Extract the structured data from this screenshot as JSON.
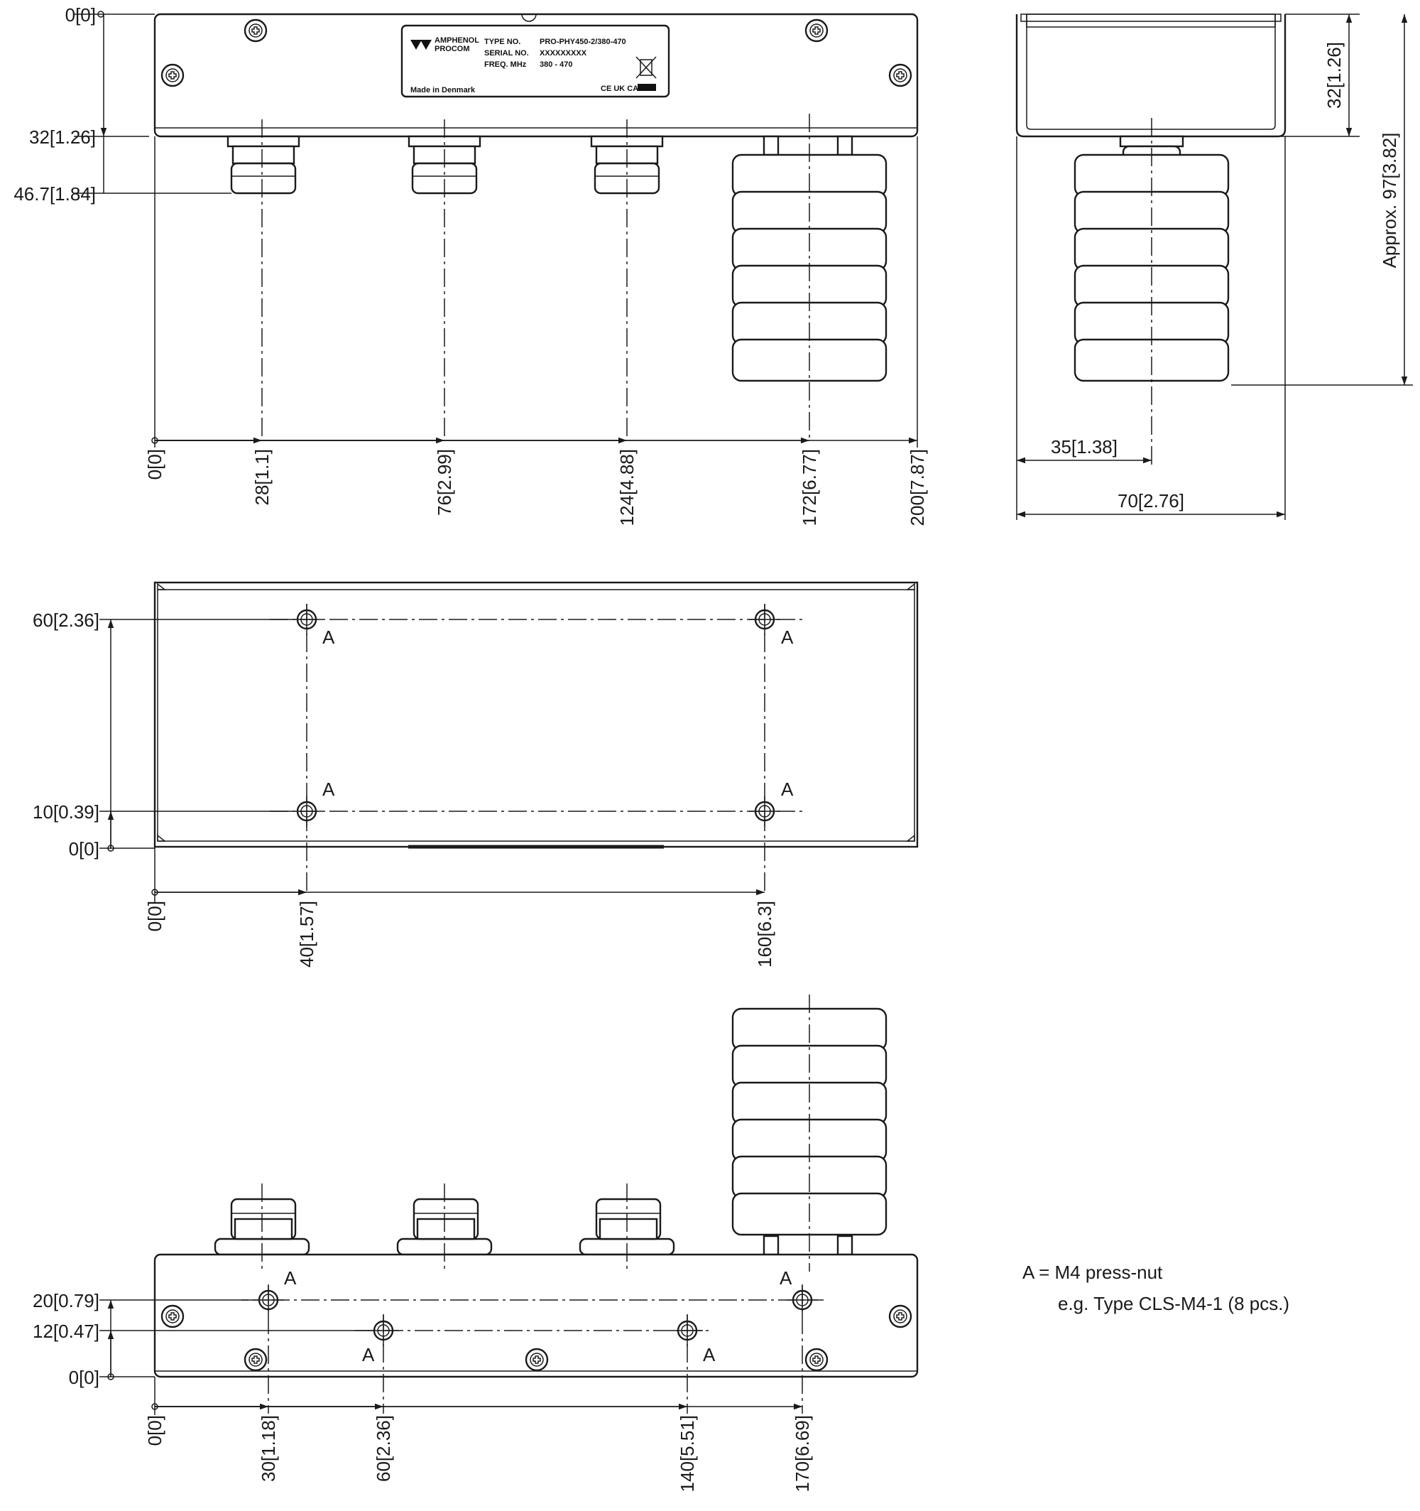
{
  "front_view": {
    "vertical_dims": [
      "0[0]",
      "32[1.26]",
      "46.7[1.84]"
    ],
    "horizontal_dims": [
      "0[0]",
      "28[1.1]",
      "76[2.99]",
      "124[4.88]",
      "172[6.77]",
      "200[7.87]"
    ],
    "label": {
      "brand_line1": "AMPHENOL",
      "brand_line2": "PROCOM",
      "type_key": "TYPE NO.",
      "type_value": "PRO-PHY450-2/380-470",
      "serial_key": "SERIAL NO.",
      "serial_value": "XXXXXXXXX",
      "freq_key": "FREQ. MHz",
      "freq_value": "380 - 470",
      "made_in": "Made in Denmark",
      "marks": "CE UK CA"
    }
  },
  "side_view": {
    "vertical_dims": [
      "32[1.26]",
      "Approx. 97[3.82]"
    ],
    "horizontal_dims": [
      "35[1.38]",
      "70[2.76]"
    ]
  },
  "top_view": {
    "vertical_dims": [
      "60[2.36]",
      "10[0.39]",
      "0[0]"
    ],
    "horizontal_dims": [
      "0[0]",
      "40[1.57]",
      "160[6.3]"
    ],
    "hole_label": "A"
  },
  "bottom_view": {
    "vertical_dims": [
      "20[0.79]",
      "12[0.47]",
      "0[0]"
    ],
    "horizontal_dims": [
      "0[0]",
      "30[1.18]",
      "60[2.36]",
      "140[5.51]",
      "170[6.69]"
    ],
    "hole_label": "A"
  },
  "note": {
    "line1": "A = M4 press-nut",
    "line2": "e.g. Type CLS-M4-1 (8 pcs.)"
  }
}
